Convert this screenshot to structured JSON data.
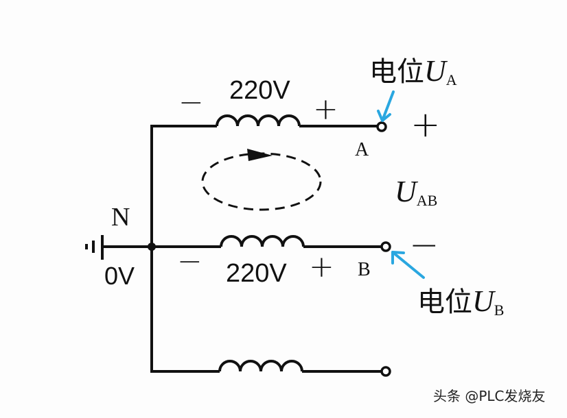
{
  "diagram": {
    "type": "three-phase star source, line-voltage potential illustration",
    "colors": {
      "wire": "#111111",
      "arrow": "#2aa7e0",
      "background": "#fdfdfd"
    },
    "neutral": {
      "label": "N",
      "voltage_label": "0V",
      "ground_icon": "ground-symbol"
    },
    "phases": [
      {
        "id": "A",
        "voltage": "220V",
        "minus": "−",
        "plus": "+",
        "terminal_label": "A",
        "terminal_sign": "+",
        "potential_prefix": "电位",
        "potential_symbol": "U",
        "potential_subscript": "A"
      },
      {
        "id": "B",
        "voltage": "220V",
        "minus": "−",
        "plus": "+",
        "terminal_label": "B",
        "terminal_sign": "−",
        "potential_prefix": "电位",
        "potential_symbol": "U",
        "potential_subscript": "B"
      },
      {
        "id": "C"
      }
    ],
    "line_voltage": {
      "symbol": "U",
      "subscript": "AB"
    },
    "loop_direction": "clockwise"
  },
  "watermark": {
    "text": "头条 @PLC发烧友"
  }
}
